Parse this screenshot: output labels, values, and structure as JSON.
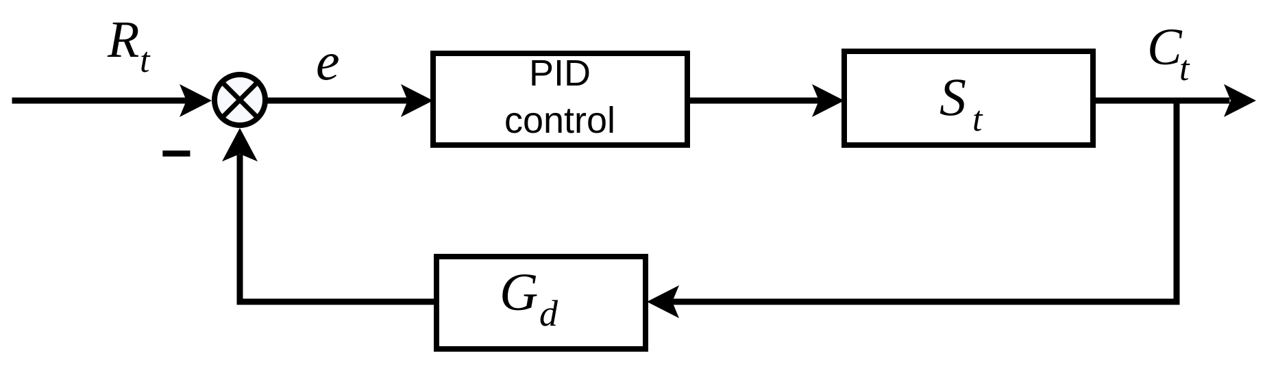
{
  "diagram": {
    "description": "PID control closed-loop feedback block diagram",
    "colors": {
      "ink": "#000000",
      "box_fill": "#ffffff",
      "junction_fill": "#f8f9fc",
      "background": "#ffffff"
    },
    "signals": {
      "reference_main": "R",
      "reference_sub": "t",
      "error": "e",
      "output_main": "C",
      "output_sub": "t",
      "feedback_sign": "−"
    },
    "blocks": {
      "controller_line1": "PID",
      "controller_line2": "control",
      "plant_main": "S",
      "plant_sub": "t",
      "feedback_main": "G",
      "feedback_sub": "d"
    }
  }
}
